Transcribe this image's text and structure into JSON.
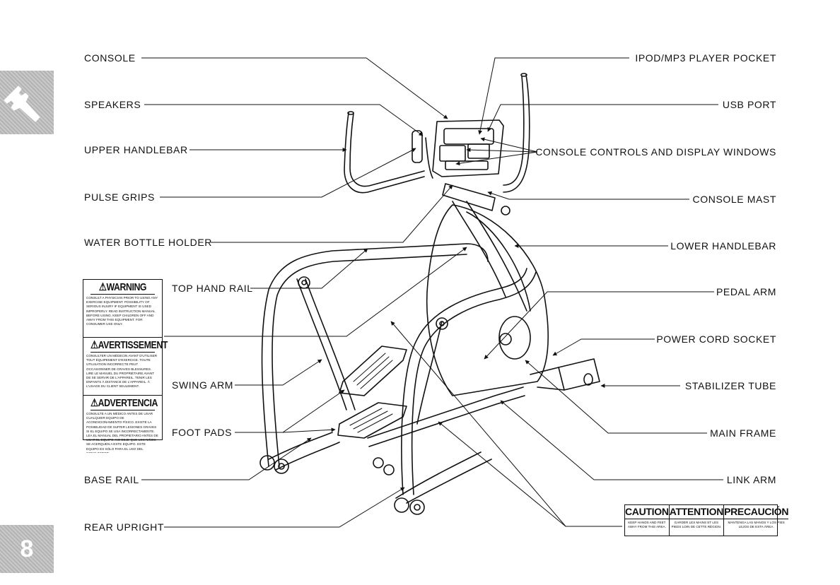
{
  "page": {
    "number": "8"
  },
  "labels_left": [
    {
      "id": "console",
      "text": "CONSOLE"
    },
    {
      "id": "speakers",
      "text": "SPEAKERS"
    },
    {
      "id": "upper_handlebar",
      "text": "UPPER HANDLEBAR"
    },
    {
      "id": "pulse_grips",
      "text": "PULSE GRIPS"
    },
    {
      "id": "water_bottle_holder",
      "text": "WATER BOTTLE HOLDER"
    },
    {
      "id": "top_hand_rail",
      "text": "TOP HAND RAIL"
    },
    {
      "id": "swing_arm",
      "text": "SWING ARM"
    },
    {
      "id": "foot_pads",
      "text": "FOOT PADS"
    },
    {
      "id": "base_rail",
      "text": "BASE RAIL"
    },
    {
      "id": "rear_upright",
      "text": "REAR UPRIGHT"
    }
  ],
  "labels_right": [
    {
      "id": "ipod",
      "text": "IPOD/MP3 PLAYER POCKET"
    },
    {
      "id": "usb",
      "text": "USB PORT"
    },
    {
      "id": "console_controls",
      "text": "CONSOLE CONTROLS AND DISPLAY WINDOWS"
    },
    {
      "id": "console_mast",
      "text": "CONSOLE MAST"
    },
    {
      "id": "lower_handlebar",
      "text": "LOWER HANDLEBAR"
    },
    {
      "id": "pedal_arm",
      "text": "PEDAL ARM"
    },
    {
      "id": "power_cord",
      "text": "POWER CORD SOCKET"
    },
    {
      "id": "stabilizer",
      "text": "STABILIZER TUBE"
    },
    {
      "id": "main_frame",
      "text": "MAIN FRAME"
    },
    {
      "id": "link_arm",
      "text": "LINK ARM"
    }
  ],
  "warning_label": {
    "sections": [
      {
        "heading": "⚠WARNING",
        "body": "Consult a physician prior to using any exercise equipment. Possibility of serious injury if equipment is used improperly. Read instruction manual before using. Keep children off and away from this equipment. For consumer use only."
      },
      {
        "heading": "⚠AVERTISSEMENT",
        "body": "Consulter un médecin avant d'utiliser tout équipement d'exercice. Toute utilisation incorrecte peut occasionner de graves blessures. Lire le manuel du propriétaire avant de se servir de l'appareil. Tenir les enfants à distance de l'appareil. À l'usage du client seulement."
      },
      {
        "heading": "⚠ADVERTENCIA",
        "body": "Consulte a un médico antes de usar cualquier equipo de acondicionamiento físico. Existe la posibilidad de sufrir lesiones graves si el equipo se usa incorrectamente. Lea el manual del propietario antes de usar el equipo. No deje que los niños se acerquen a este equipo. Este equipo es sólo para el uso del consumidor."
      }
    ]
  },
  "caution_label": {
    "columns": [
      {
        "heading": "CAUTION",
        "body": "Keep hands and feet away from this area."
      },
      {
        "heading": "ATTENTION",
        "body": "Garder les mains et les pieds loin de cette région."
      },
      {
        "heading": "PRECAUCIÓN",
        "body": "Mantenga las manos y los pies lejos de esta área."
      }
    ]
  }
}
